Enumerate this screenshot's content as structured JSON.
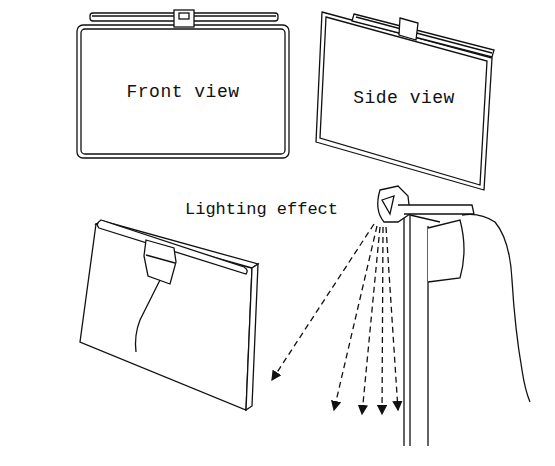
{
  "diagram": {
    "nodes": [
      {
        "text": [
          "Front view"
        ]
      },
      {
        "text": [
          "Side view"
        ]
      }
    ],
    "labels": [
      "Lighting effect"
    ]
  }
}
